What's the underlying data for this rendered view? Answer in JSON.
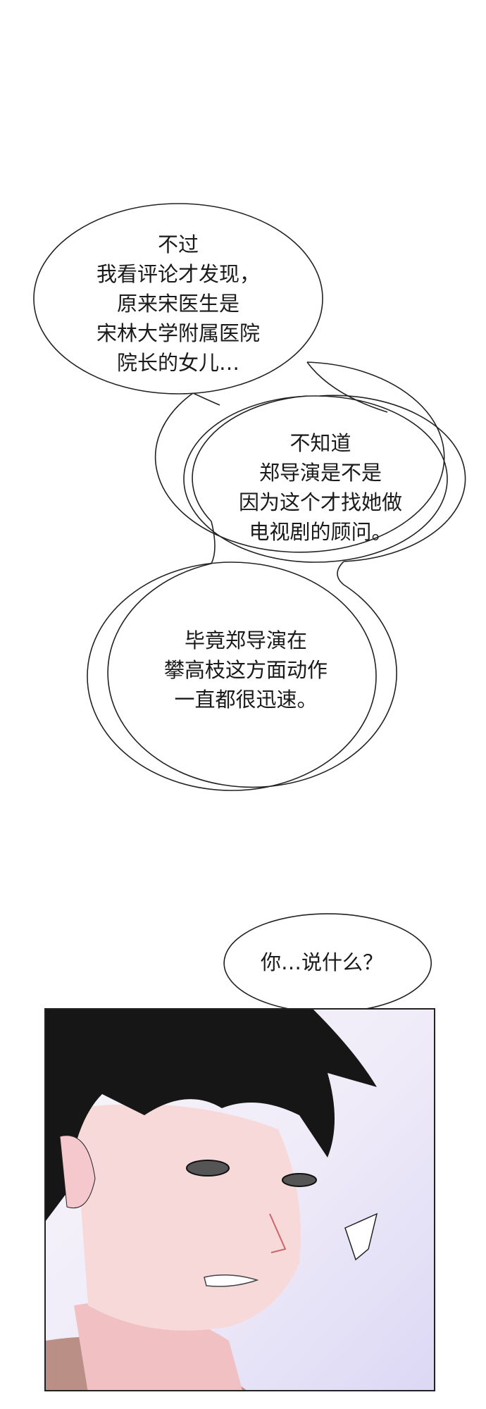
{
  "bubbles": [
    {
      "lines": [
        "不过",
        "我看评论才发现，",
        "原来宋医生是",
        "宋林大学附属医院",
        "院长的女儿…"
      ]
    },
    {
      "lines": [
        "不知道",
        "郑导演是不是",
        "因为这个才找她做",
        "电视剧的顾问。"
      ]
    },
    {
      "lines": [
        "毕竟郑导演在",
        "攀高枝这方面动作",
        "一直都很迅速。"
      ]
    },
    {
      "lines": [
        "你…说什么？"
      ]
    }
  ],
  "colors": {
    "ink": "#1a1a1a",
    "hair": "#161616",
    "skin": "#f6d2d2",
    "background_tint": "#dcd8f5"
  }
}
